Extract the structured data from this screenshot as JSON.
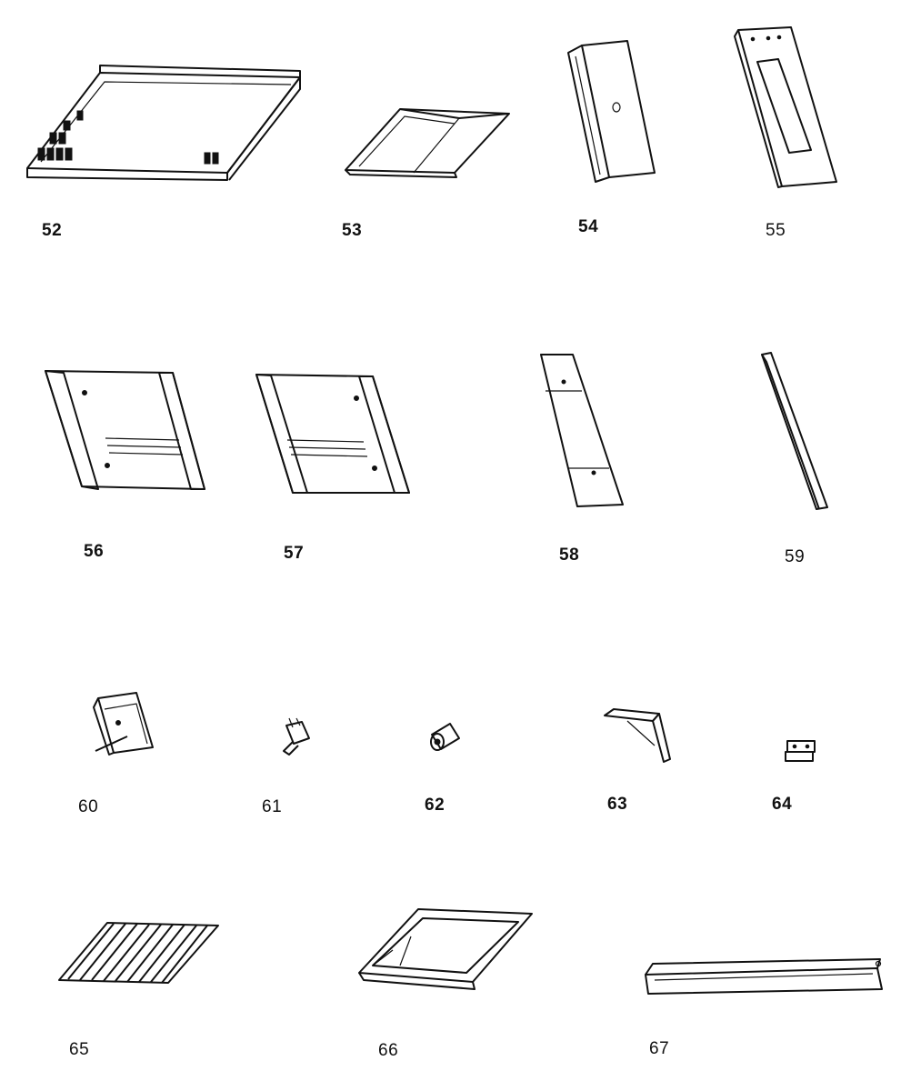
{
  "parts": [
    {
      "id": "p52",
      "label": "52"
    },
    {
      "id": "p53",
      "label": "53"
    },
    {
      "id": "p54",
      "label": "54"
    },
    {
      "id": "p55",
      "label": "55"
    },
    {
      "id": "p56",
      "label": "56"
    },
    {
      "id": "p57",
      "label": "57"
    },
    {
      "id": "p58",
      "label": "58"
    },
    {
      "id": "p59",
      "label": "59"
    },
    {
      "id": "p60",
      "label": "60"
    },
    {
      "id": "p61",
      "label": "61"
    },
    {
      "id": "p62",
      "label": "62"
    },
    {
      "id": "p63",
      "label": "63"
    },
    {
      "id": "p64",
      "label": "64"
    },
    {
      "id": "p65",
      "label": "65"
    },
    {
      "id": "p66",
      "label": "66"
    },
    {
      "id": "p67",
      "label": "67"
    }
  ]
}
